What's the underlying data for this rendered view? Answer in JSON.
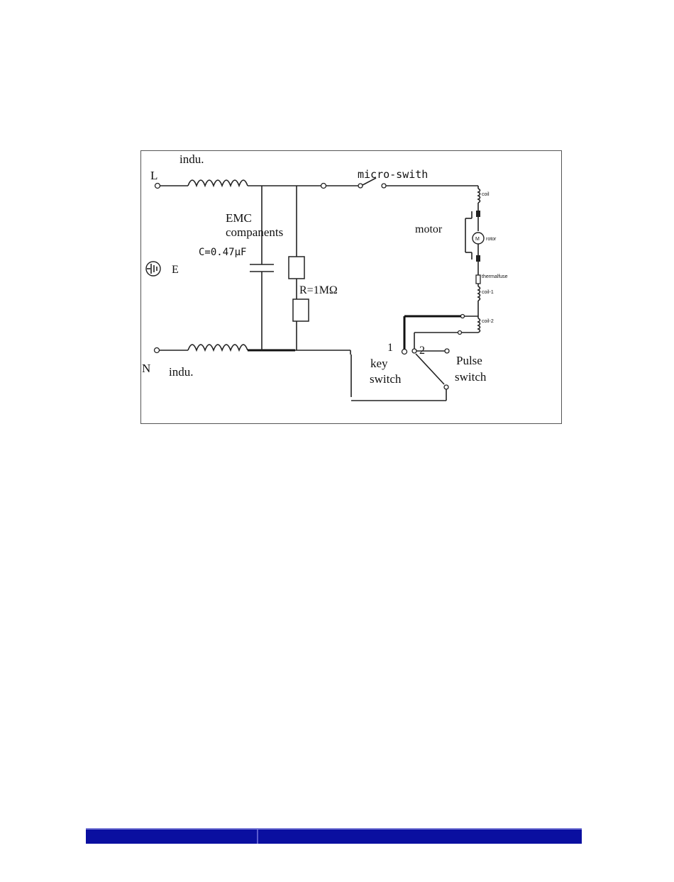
{
  "diagram": {
    "labels": {
      "indu_top": "indu.",
      "indu_bottom": "indu.",
      "L": "L",
      "N": "N",
      "E": "E",
      "micro_switch": "micro-swith",
      "emc_line1": "EMC",
      "emc_line2": "companents",
      "capacitor": "C=0.47µF",
      "resistor": "R=1MΩ",
      "motor": "motor",
      "coil": "coil",
      "rotor": "rotor",
      "thermal_fuse": "thermalfuse",
      "coil_1": "coil-1",
      "coil_2": "coil-2",
      "num_1": "1",
      "num_2": "2",
      "key_line1": "key",
      "key_line2": "switch",
      "pulse_line1": "Pulse",
      "pulse_line2": "switch"
    }
  },
  "footer": {
    "bar_color": "#0a0fa0"
  }
}
